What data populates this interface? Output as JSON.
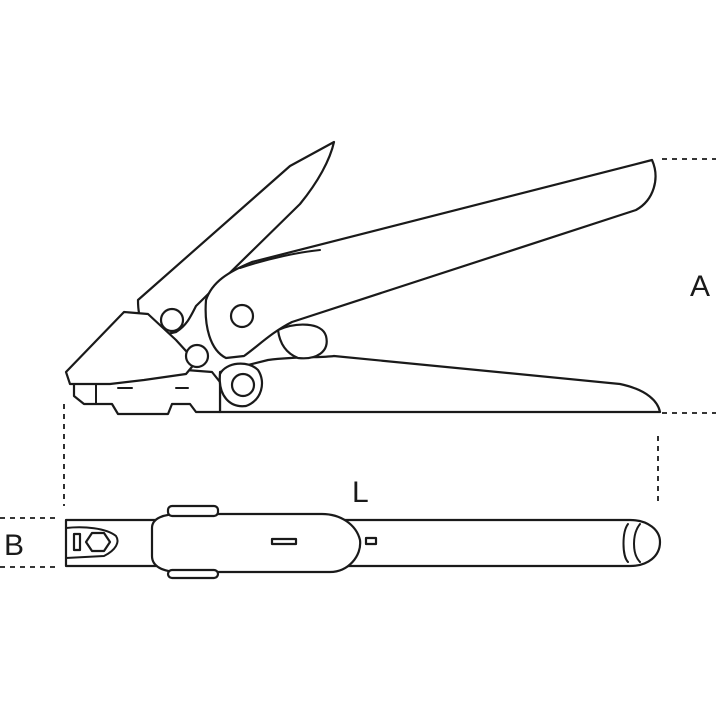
{
  "dimensions": {
    "height_label": "A",
    "length_label": "L",
    "width_label": "B"
  },
  "colors": {
    "line": "#1a1a1a",
    "background": "#ffffff"
  }
}
